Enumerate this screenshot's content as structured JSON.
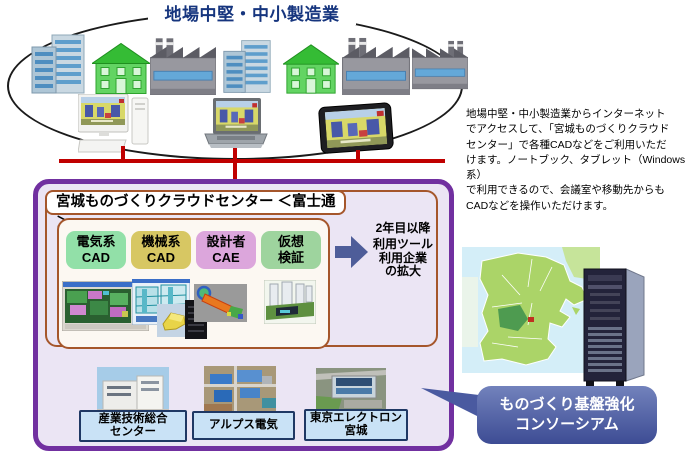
{
  "top": {
    "title": "地場中堅・中小製造業"
  },
  "side_note": {
    "text": "地場中堅・中小製造業からインターネット\nでアクセスして、「宮城ものづくりクラウド\nセンター」で各種CADなどをご利用いただ\nけます。ノートブック、タブレット（Windows系）\nで利用できるので、会議室や移動先からも\nCADなどを操作いただけます。"
  },
  "cloud_center": {
    "title": "宮城ものづくりクラウドセンター ＜富士通＞",
    "tools": [
      {
        "label": "電気系\nCAD",
        "color": "#92E0A8"
      },
      {
        "label": "機械系\nCAD",
        "color": "#D7C763"
      },
      {
        "label": "設計者\nCAE",
        "color": "#DCA6DC"
      },
      {
        "label": "仮想\n検証",
        "color": "#9ED49E"
      }
    ],
    "expansion": {
      "heading": "2年目以降",
      "body": "利用ツール\n利用企業\nの拡大"
    }
  },
  "facilities": [
    {
      "label": "産業技術総合\nセンター"
    },
    {
      "label": "アルプス電気"
    },
    {
      "label": "東京エレクトロン\n宮城"
    }
  ],
  "consortium": {
    "label": "ものづくり基盤強化\nコンソーシアム"
  },
  "colors": {
    "frame_purple": "#7130A0",
    "frame_brown": "#A5562B",
    "network_red": "#C00000",
    "title_navy": "#16357E",
    "facility_label_fill": "#C9E2F6",
    "facility_label_border": "#1F3864",
    "consortium_blue": "#3D4C94",
    "arrow_blue": "#4E5D99"
  }
}
